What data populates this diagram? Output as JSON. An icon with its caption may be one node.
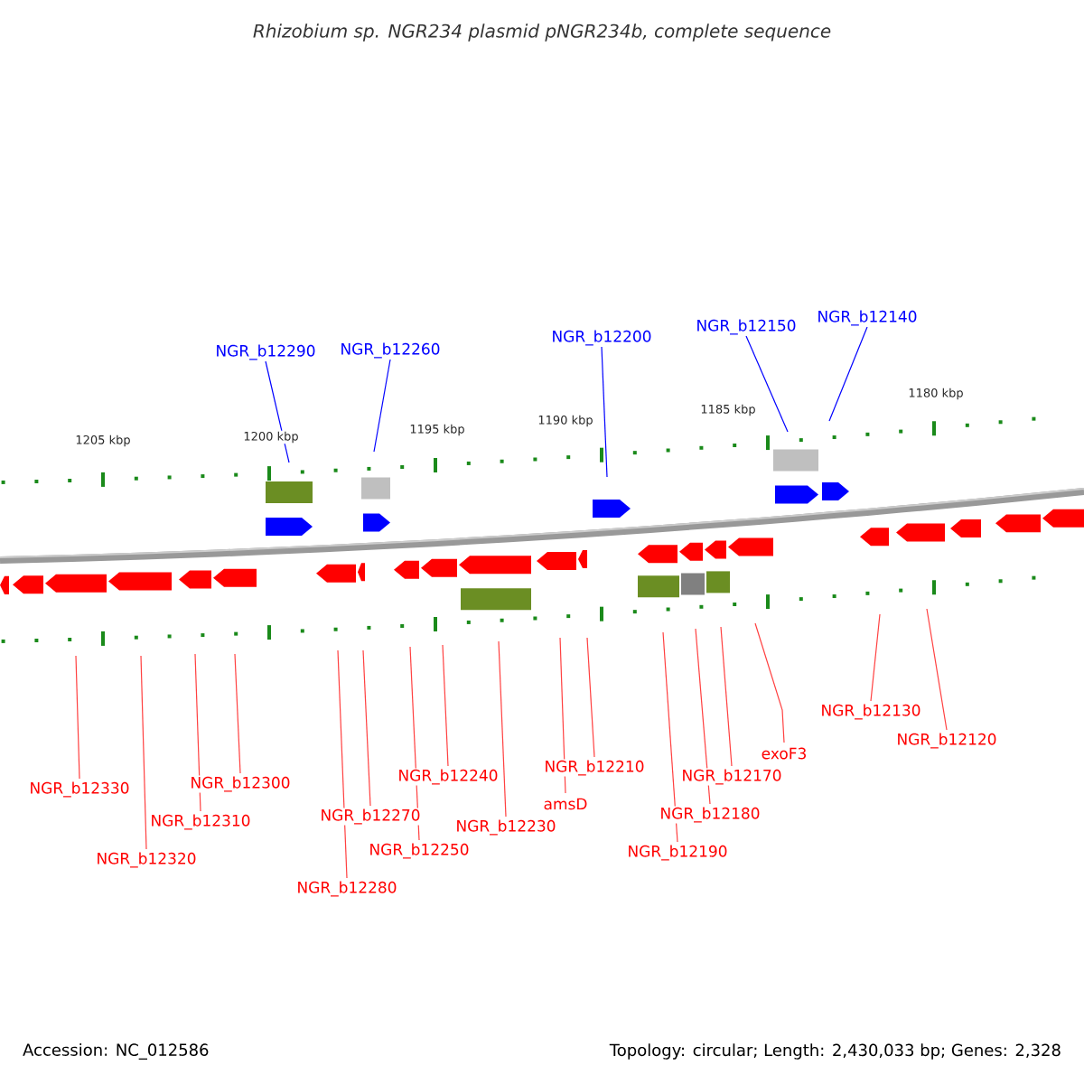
{
  "diagram": {
    "title": "Rhizobium sp. NGR234 plasmid pNGR234b, complete sequence",
    "nodes": [
      {
        "text": [
          "NGR_b12290"
        ]
      },
      {
        "text": [
          "NGR_b12260"
        ]
      },
      {
        "text": [
          "NGR_b12200"
        ]
      },
      {
        "text": [
          "NGR_b12150"
        ]
      },
      {
        "text": [
          "NGR_b12140"
        ]
      },
      {
        "text": [
          "NGR_b12330"
        ]
      },
      {
        "text": [
          "NGR_b12320"
        ]
      },
      {
        "text": [
          "NGR_b12310"
        ]
      },
      {
        "text": [
          "NGR_b12300"
        ]
      },
      {
        "text": [
          "NGR_b12280"
        ]
      },
      {
        "text": [
          "NGR_b12270"
        ]
      },
      {
        "text": [
          "NGR_b12250"
        ]
      },
      {
        "text": [
          "NGR_b12240"
        ]
      },
      {
        "text": [
          "NGR_b12230"
        ]
      },
      {
        "text": [
          "NGR_b12210"
        ]
      },
      {
        "text": [
          "amsD"
        ]
      },
      {
        "text": [
          "NGR_b12190"
        ]
      },
      {
        "text": [
          "NGR_b12180"
        ]
      },
      {
        "text": [
          "NGR_b12170"
        ]
      },
      {
        "text": [
          "exoF3"
        ]
      },
      {
        "text": [
          "NGR_b12130"
        ]
      },
      {
        "text": [
          "NGR_b12120"
        ]
      }
    ],
    "edges": [
      {
        "from": 0,
        "to": null,
        "arrow": "none",
        "color": "#0000ff"
      },
      {
        "from": 1,
        "to": null,
        "arrow": "none",
        "color": "#0000ff"
      },
      {
        "from": 2,
        "to": null,
        "arrow": "none",
        "color": "#0000ff"
      },
      {
        "from": 3,
        "to": null,
        "arrow": "none",
        "color": "#0000ff"
      },
      {
        "from": 4,
        "to": null,
        "arrow": "none",
        "color": "#0000ff"
      },
      {
        "from": 5,
        "to": null,
        "arrow": "none"
      },
      {
        "from": 6,
        "to": null,
        "arrow": "none"
      },
      {
        "from": 7,
        "to": null,
        "arrow": "none"
      },
      {
        "from": 8,
        "to": null,
        "arrow": "none"
      },
      {
        "from": 9,
        "to": null,
        "arrow": "none"
      },
      {
        "from": 10,
        "to": null,
        "arrow": "none"
      },
      {
        "from": 11,
        "to": null,
        "arrow": "none"
      },
      {
        "from": 12,
        "to": null,
        "arrow": "none"
      },
      {
        "from": 13,
        "to": null,
        "arrow": "none"
      },
      {
        "from": 14,
        "to": null,
        "arrow": "none"
      },
      {
        "from": 15,
        "to": null,
        "arrow": "none"
      },
      {
        "from": 16,
        "to": null,
        "arrow": "none"
      },
      {
        "from": 17,
        "to": null,
        "arrow": "none"
      },
      {
        "from": 18,
        "to": null,
        "arrow": "none"
      },
      {
        "from": 19,
        "to": null,
        "arrow": "none"
      },
      {
        "from": 20,
        "to": null,
        "arrow": "none"
      },
      {
        "from": 21,
        "to": null,
        "arrow": "none"
      }
    ],
    "labels": [
      "1205 kbp",
      "1200 kbp",
      "1195 kbp",
      "1190 kbp",
      "1185 kbp",
      "1180 kbp",
      "Accession: NC_012586",
      "Topology: circular; Length: 2,430,033 bp; Genes: 2,328"
    ]
  }
}
